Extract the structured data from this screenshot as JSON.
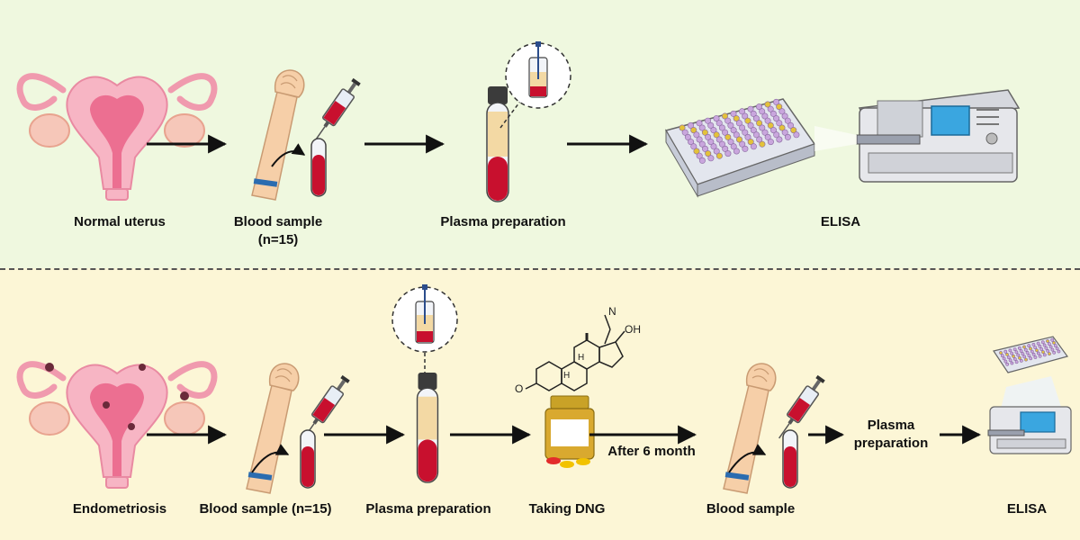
{
  "top_row": {
    "labels": {
      "uterus": "Normal uterus",
      "blood": "Blood sample",
      "blood_n": "(n=15)",
      "plasma": "Plasma preparation",
      "elisa": "ELISA"
    }
  },
  "bottom_row": {
    "labels": {
      "uterus": "Endometriosis",
      "blood": "Blood sample (n=15)",
      "plasma": "Plasma preparation",
      "dng": "Taking DNG",
      "duration": "After 6 month",
      "blood2": "Blood sample",
      "plasma2_line1": "Plasma",
      "plasma2_line2": "preparation",
      "elisa": "ELISA"
    }
  },
  "molecule": {
    "oh_label": "OH",
    "n_label": "N",
    "o_label": "O",
    "h_label": "H"
  },
  "colors": {
    "top_background": "#eff8df",
    "bottom_background": "#fcf6d6",
    "uterus": "#f4a6b8",
    "blood": "#c8102e",
    "plasma": "#f3d9a4",
    "lesion": "#6a2a3a"
  }
}
